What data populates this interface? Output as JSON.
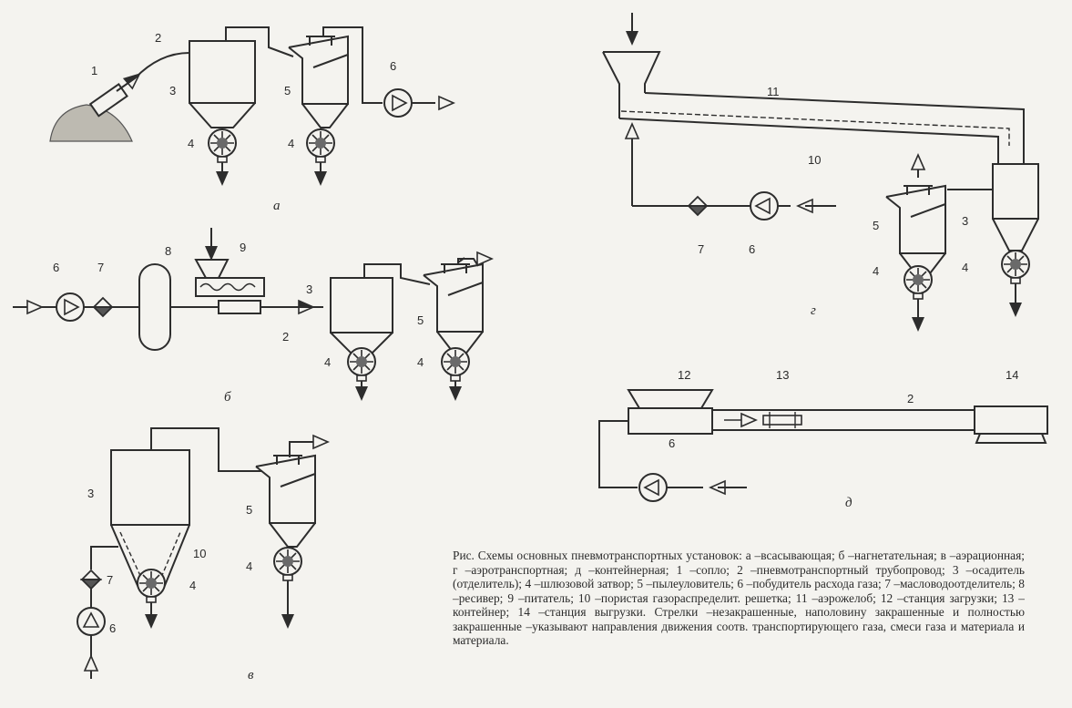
{
  "diagrams": {
    "a": {
      "caption": "а",
      "labels": [
        "1",
        "2",
        "3",
        "4",
        "4",
        "5",
        "6"
      ]
    },
    "b": {
      "caption": "б",
      "labels": [
        "6",
        "7",
        "8",
        "9",
        "3",
        "2",
        "5",
        "4",
        "4"
      ]
    },
    "v": {
      "caption": "в",
      "labels": [
        "3",
        "10",
        "7",
        "6",
        "4",
        "5",
        "4"
      ]
    },
    "g": {
      "caption": "г",
      "labels": [
        "11",
        "10",
        "7",
        "6",
        "5",
        "3",
        "4",
        "4"
      ]
    },
    "d": {
      "caption": "д",
      "labels": [
        "12",
        "13",
        "2",
        "14",
        "6"
      ]
    }
  },
  "caption": "Рис. Схемы основных пневмотранспортных установок: а –всасывающая; б –нагнетательная; в –аэрационная; г –аэротранспортная; д –контейнерная; 1 –сопло; 2 –пневмотранспортный трубопровод; 3 –осадитель (отделитель); 4 –шлюзовой затвор; 5 –пылеуловитель; 6 –побудитель расхода газа; 7 –масловодоотделитель; 8 –ресивер; 9 –питатель; 10 –пористая газораспределит. решетка; 11 –аэрожелоб; 12 –станция загрузки; 13 –контейнер; 14 –станция выгрузки. Стрелки –незакрашенные, наполовину закрашенные и полностью закрашенные –указывают направления движения соотв. транспортирующего газа, смеси газа и материала и материала."
}
